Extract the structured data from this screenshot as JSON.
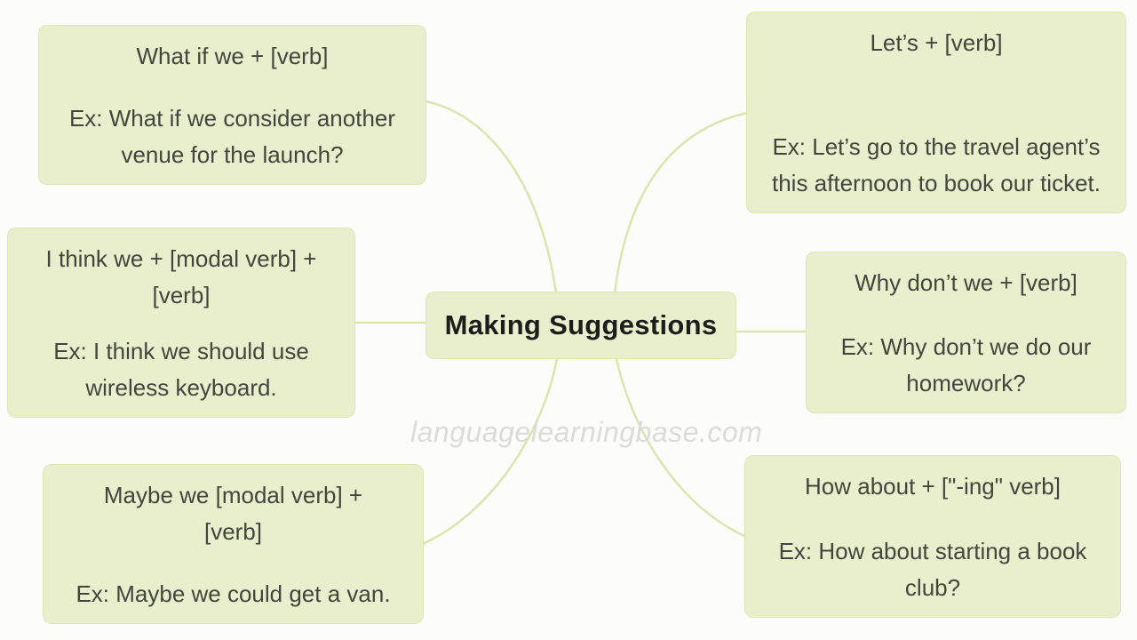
{
  "center": {
    "title": "Making Suggestions"
  },
  "watermark": "languagelearningbase.com",
  "nodes": [
    {
      "position": "top-left",
      "pattern": "What if we + [verb]",
      "example": "Ex: What if we consider another venue for the launch?"
    },
    {
      "position": "middle-left",
      "pattern": "I think we + [modal verb] + [verb]",
      "example": "Ex: I think we should use wireless keyboard."
    },
    {
      "position": "bottom-left",
      "pattern": "Maybe we [modal verb] + [verb]",
      "example": "Ex: Maybe we could get a van."
    },
    {
      "position": "top-right",
      "pattern": "Let’s + [verb]",
      "example": "Ex: Let’s go to the travel agent’s this afternoon to book our ticket."
    },
    {
      "position": "middle-right",
      "pattern": "Why don’t we + [verb]",
      "example": "Ex: Why don’t we do our homework?"
    },
    {
      "position": "bottom-right",
      "pattern": "How about + [\"-ing\" verb]",
      "example": "Ex: How about starting a book club?"
    }
  ],
  "colors": {
    "node_fill": "#e9efcd",
    "node_border": "#dce7b4",
    "connector": "#dde4ae",
    "node_text": "#42463c",
    "title_text": "#1d1d1b",
    "watermark_text": "#dbdbd7",
    "background": "#fcfcfa"
  }
}
